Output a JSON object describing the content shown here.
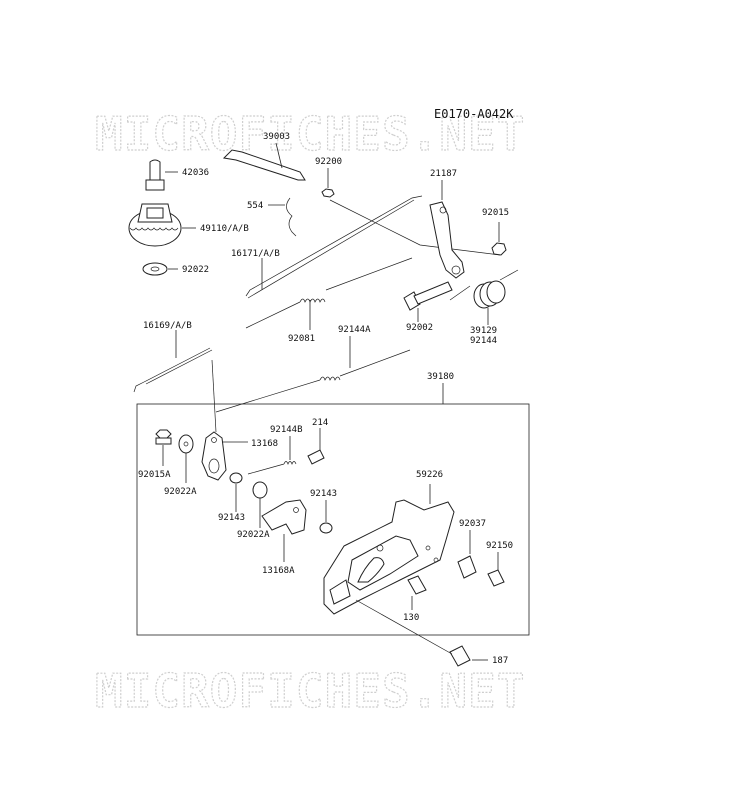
{
  "diagram_code": "E0170-A042K",
  "watermark": "MICROFICHES.NET",
  "labels": {
    "p39003": "39003",
    "p42036": "42036",
    "p92200": "92200",
    "p21187": "21187",
    "p554": "554",
    "p49110": "49110/A/B",
    "p92015": "92015",
    "p16171": "16171/A/B",
    "p92022": "92022",
    "p92002": "92002",
    "p39129": "39129",
    "p92144": "92144",
    "p16169": "16169/A/B",
    "p92081": "92081",
    "p92144A": "92144A",
    "p39180": "39180",
    "p214": "214",
    "p92144B": "92144B",
    "p13168": "13168",
    "p92015A": "92015A",
    "p92022A_1": "92022A",
    "p59226": "59226",
    "p92143_1": "92143",
    "p92143_2": "92143",
    "p92037": "92037",
    "p92022A_2": "92022A",
    "p92150": "92150",
    "p13168A": "13168A",
    "p130": "130",
    "p187": "187"
  }
}
